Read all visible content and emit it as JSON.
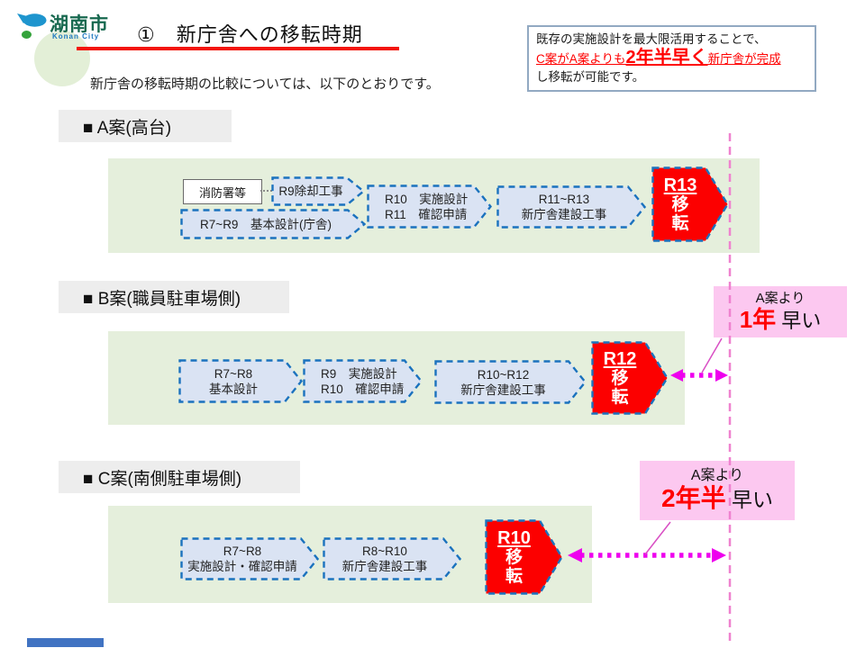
{
  "header": {
    "logo_city": "湖南市",
    "logo_city_en": "Konan City",
    "title": "①　新庁舎への移転時期",
    "intro": "新庁舎の移転時期の比較については、以下のとおりです。"
  },
  "callout": {
    "line1": "既存の実施設計を最大限活用することで、",
    "line2_pre": "C案がA案よりも",
    "line2_em": "2年半早く",
    "line2_post": "新庁舎が完成",
    "line3": "し移転が可能です。"
  },
  "plan_a": {
    "label": "■ A案(高台)",
    "note": "消防署等",
    "step1": {
      "line1": "R9除却工事"
    },
    "step2": {
      "line1": "R7~R9　基本設計(庁舎)"
    },
    "step3": {
      "line1": "R10　実施設計",
      "line2": "R11　確認申請"
    },
    "step4": {
      "line1": "R11~R13",
      "line2": "新庁舎建設工事"
    },
    "move": {
      "year": "R13",
      "char1": "移",
      "char2": "転"
    }
  },
  "plan_b": {
    "label": "■ B案(職員駐車場側)",
    "step1": {
      "line1": "R7~R8",
      "line2": "基本設計"
    },
    "step2": {
      "line1": "R9　実施設計",
      "line2": "R10　確認申請"
    },
    "step3": {
      "line1": "R10~R12",
      "line2": "新庁舎建設工事"
    },
    "move": {
      "year": "R12",
      "char1": "移",
      "char2": "転"
    },
    "badge": {
      "line1": "A案より",
      "em": "1年",
      "rest": " 早い"
    }
  },
  "plan_c": {
    "label": "■ C案(南側駐車場側)",
    "step1": {
      "line1": "R7~R8",
      "line2": "実施設計・確認申請"
    },
    "step2": {
      "line1": "R8~R10",
      "line2": "新庁舎建設工事"
    },
    "move": {
      "year": "R10",
      "char1": "移",
      "char2": "転"
    },
    "badge": {
      "line1": "A案より",
      "em": "2年半",
      "rest": " 早い"
    }
  },
  "colors": {
    "accent_red": "#FF0000",
    "band_green": "#E5EFDC",
    "arrow_fill": "#DAE3F3",
    "arrow_stroke": "#1B72BE",
    "move_red": "#FC0000",
    "magenta_arrow": "#EE00EE",
    "pink_badge": "#FCC8F0",
    "dashed_line_pink": "#EF82CF",
    "label_gray": "#EDEDED"
  }
}
